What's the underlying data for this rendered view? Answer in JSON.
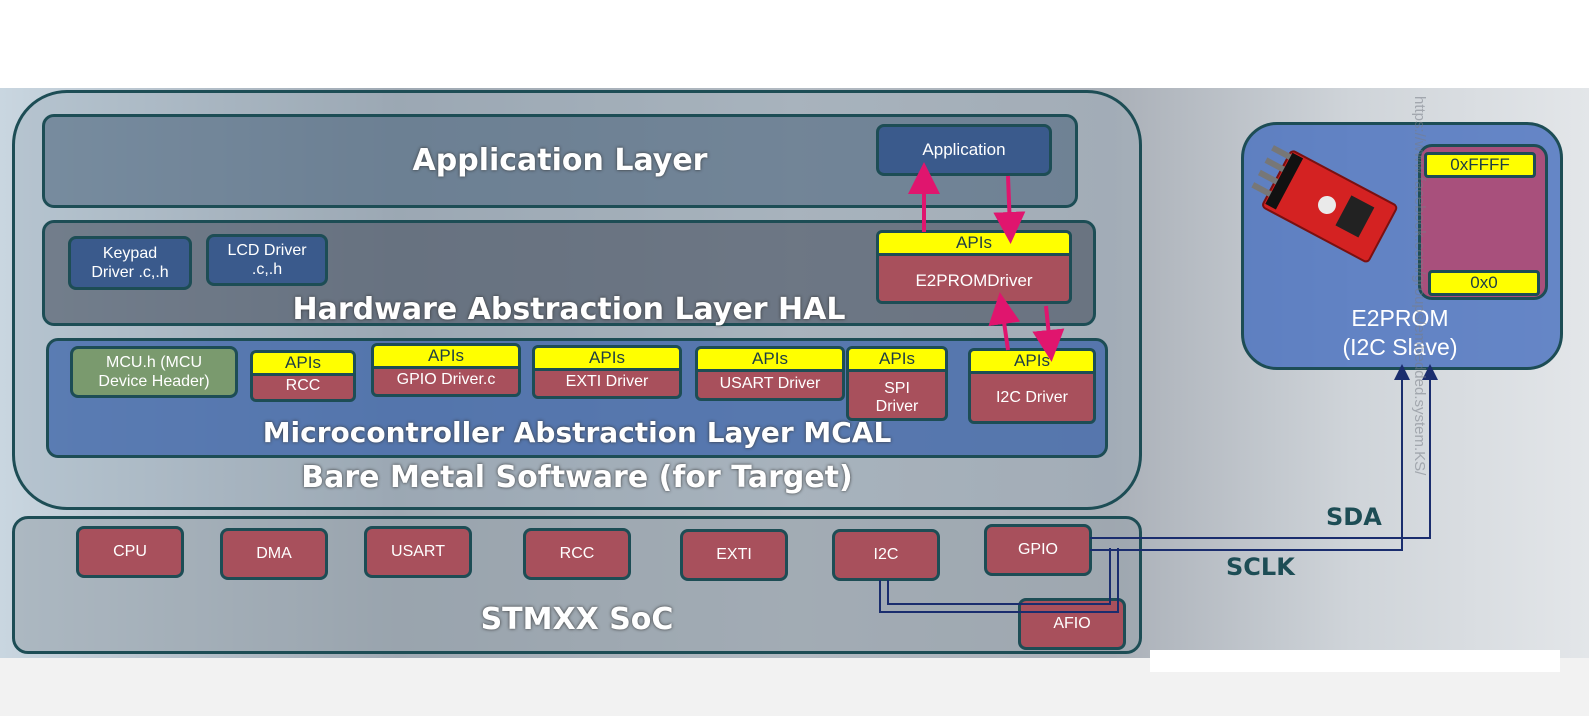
{
  "application_layer": {
    "title": "Application Layer",
    "application_box": "Application"
  },
  "hal": {
    "title": "Hardware Abstraction Layer HAL",
    "keypad": "Keypad\nDriver .c,.h",
    "lcd": "LCD Driver\n.c,.h",
    "e2prom_apis": "APIs",
    "e2prom_driver": "E2PROMDriver"
  },
  "mcal": {
    "title": "Microcontroller Abstraction Layer MCAL",
    "mcu_header": "MCU.h (MCU\nDevice Header)",
    "drivers": [
      {
        "apis": "APIs",
        "label": "RCC"
      },
      {
        "apis": "APIs",
        "label": "GPIO Driver.c"
      },
      {
        "apis": "APIs",
        "label": "EXTI Driver"
      },
      {
        "apis": "APIs",
        "label": "USART Driver"
      },
      {
        "apis": "APIs",
        "label": "SPI\nDriver"
      },
      {
        "apis": "APIs",
        "label": "I2C Driver"
      }
    ]
  },
  "bare_metal": {
    "title": "Bare Metal Software (for Target)"
  },
  "soc": {
    "title": "STMXX SoC",
    "peripherals": [
      "CPU",
      "DMA",
      "USART",
      "RCC",
      "EXTI",
      "I2C",
      "GPIO",
      "AFIO"
    ]
  },
  "eeprom": {
    "label": "E2PROM\n(I2C Slave)",
    "addr_high": "0xFFFF",
    "addr_low": "0x0"
  },
  "wires": {
    "sda": "SDA",
    "sclk": "SCLK"
  },
  "watermark": "https://www.facebook.com/groups/embedded.system.KS/",
  "colors": {
    "layer_border": "#1d4d55",
    "apis_yellow": "#ffff00",
    "driver_red": "#a8505c",
    "hal_blue": "#3a5a8c",
    "arrow_pink": "#e0156e",
    "wire_navy": "#1a2d6e"
  }
}
